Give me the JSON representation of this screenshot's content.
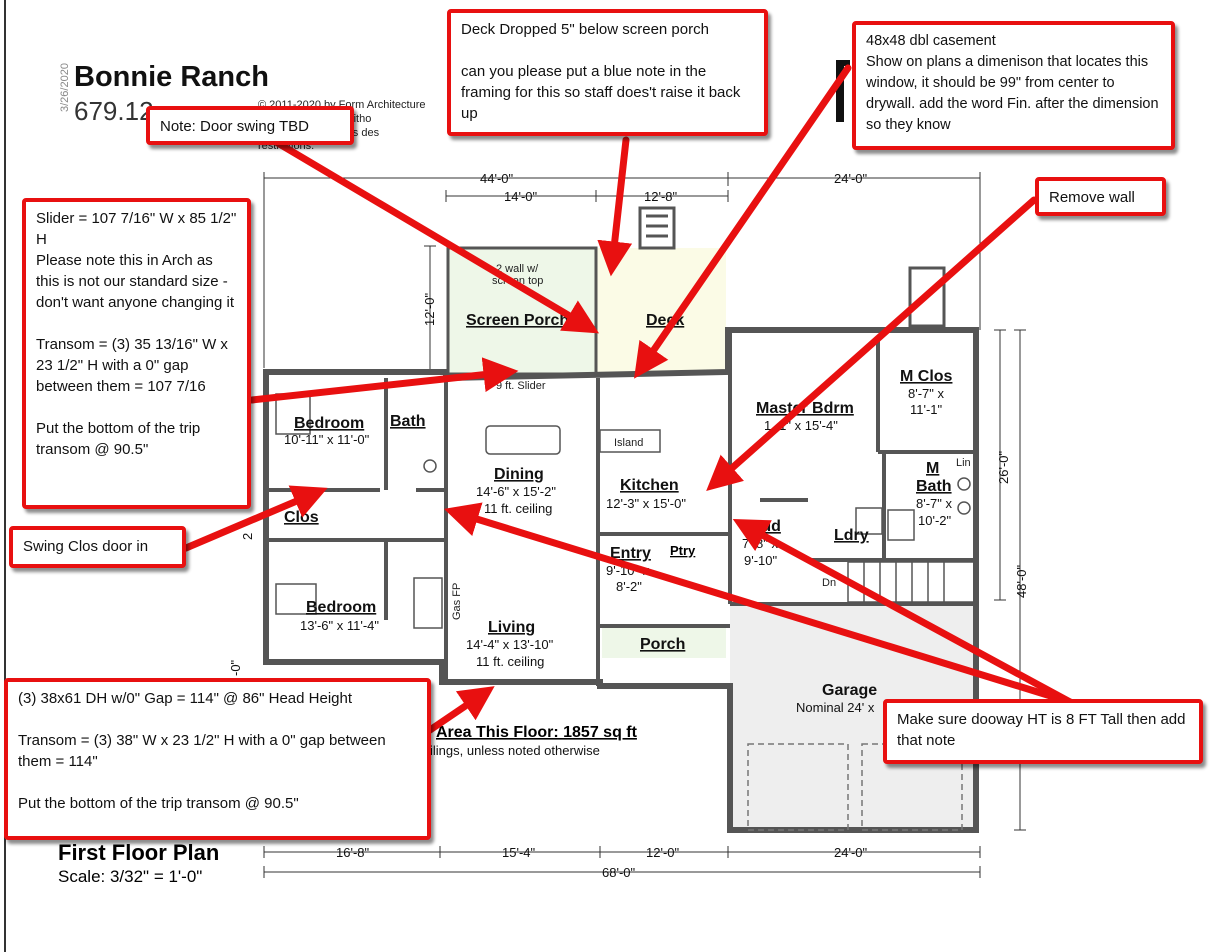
{
  "title": {
    "name": "Bonnie Ranch",
    "number": "679.12",
    "date": "3/26/2020",
    "copyright_lines": [
      "© 2011-2020 by Form Architecture",
      "this design witho",
      "changes. This des",
      "restrictions."
    ]
  },
  "plan": {
    "heading": "First Floor Plan",
    "scale": "Scale: 3/32\" = 1'-0\"",
    "area": "Area This Floor: 1857 sq ft",
    "ceiling_note": "ilings, unless noted otherwise",
    "dims_top": [
      "44'-0\"",
      "24'-0\"",
      "14'-0\"",
      "12'-8\""
    ],
    "dims_bottom": [
      "16'-8\"",
      "15'-4\"",
      "12'-0\"",
      "24'-0\"",
      "68'-0\""
    ],
    "dims_side": [
      "12'-0\"",
      "26'-0\"",
      "48'-0\"",
      "-0\"",
      "2"
    ],
    "rooms": [
      {
        "name": "Screen Porch"
      },
      {
        "name": "Deck"
      },
      {
        "name": "Bedroom",
        "size": "10'-11\" x 11'-0\""
      },
      {
        "name": "Bath"
      },
      {
        "name": "Dining",
        "size": "14'-6\" x 15'-2\"",
        "note": "11 ft. ceiling"
      },
      {
        "name": "Kitchen",
        "size": "12'-3\" x 15'-0\""
      },
      {
        "name": "Master Bdrm",
        "size": "1 -1\" x 15'-4\""
      },
      {
        "name": "M Clos",
        "size": "8'-7\" x",
        "size2": "11'-1\""
      },
      {
        "name": "M",
        "name2": "Bath",
        "size": "8'-7\" x",
        "size2": "10'-2\""
      },
      {
        "name": "Clos"
      },
      {
        "name": "Bedroom",
        "size": "13'-6\" x 11'-4\""
      },
      {
        "name": "Living",
        "size": "14'-4\" x 13'-10\"",
        "note": "11 ft. ceiling"
      },
      {
        "name": "Entry",
        "size": "9'-10\" x",
        "size2": "8'-2\""
      },
      {
        "name": "Ptry"
      },
      {
        "name": "Mud",
        "size": "7'-8\" x",
        "size2": "9'-10\""
      },
      {
        "name": "Ldry"
      },
      {
        "name": "Porch"
      },
      {
        "name": "Garage",
        "size": "Nominal 24' x"
      }
    ],
    "labels": {
      "slider": "9 ft. Slider",
      "island": "Island",
      "gas_fp": "Gas FP",
      "lin": "Lin",
      "dn": "Dn",
      "wall_note": "2 wall w/",
      "wall_note2": "screen top"
    }
  },
  "callouts": [
    {
      "id": "deck",
      "text": "Deck Dropped 5\" below screen porch\n\ncan you please put a blue note in the framing for this so staff does't raise it back up"
    },
    {
      "id": "casement",
      "text": "48x48 dbl casement\nShow on plans a dimenison that locates this window, it should be 99\" from center to drywall. add the word Fin. after the dimension so they know"
    },
    {
      "id": "door-swing",
      "text": "Note: Door swing TBD"
    },
    {
      "id": "remove-wall",
      "text": "Remove wall"
    },
    {
      "id": "slider",
      "text": "Slider = 107 7/16\" W x 85 1/2\" H\nPlease note this in Arch as this is not our standard size - don't want anyone changing it\n\nTransom = (3) 35 13/16\" W x 23 1/2\" H with a 0\" gap between them = 107 7/16\n\nPut the bottom of the trip transom @ 90.5\""
    },
    {
      "id": "swing-clos",
      "text": "Swing Clos door in"
    },
    {
      "id": "dh-window",
      "text": "(3) 38x61 DH w/0\" Gap = 114\" @ 86\" Head Height\n\nTransom = (3) 38\" W x 23 1/2\" H with a 0\" gap between them = 114\"\n\nPut the bottom of the trip transom @ 90.5\""
    },
    {
      "id": "doorway",
      "text": "Make sure dooway HT is 8 FT Tall then add that note"
    }
  ],
  "colors": {
    "callout_border": "#e81010",
    "arrow": "#e81010",
    "wall": "#555555",
    "screen_porch": "#eef7e8",
    "deck": "#fbfbe6",
    "garage": "#eeeeee"
  }
}
